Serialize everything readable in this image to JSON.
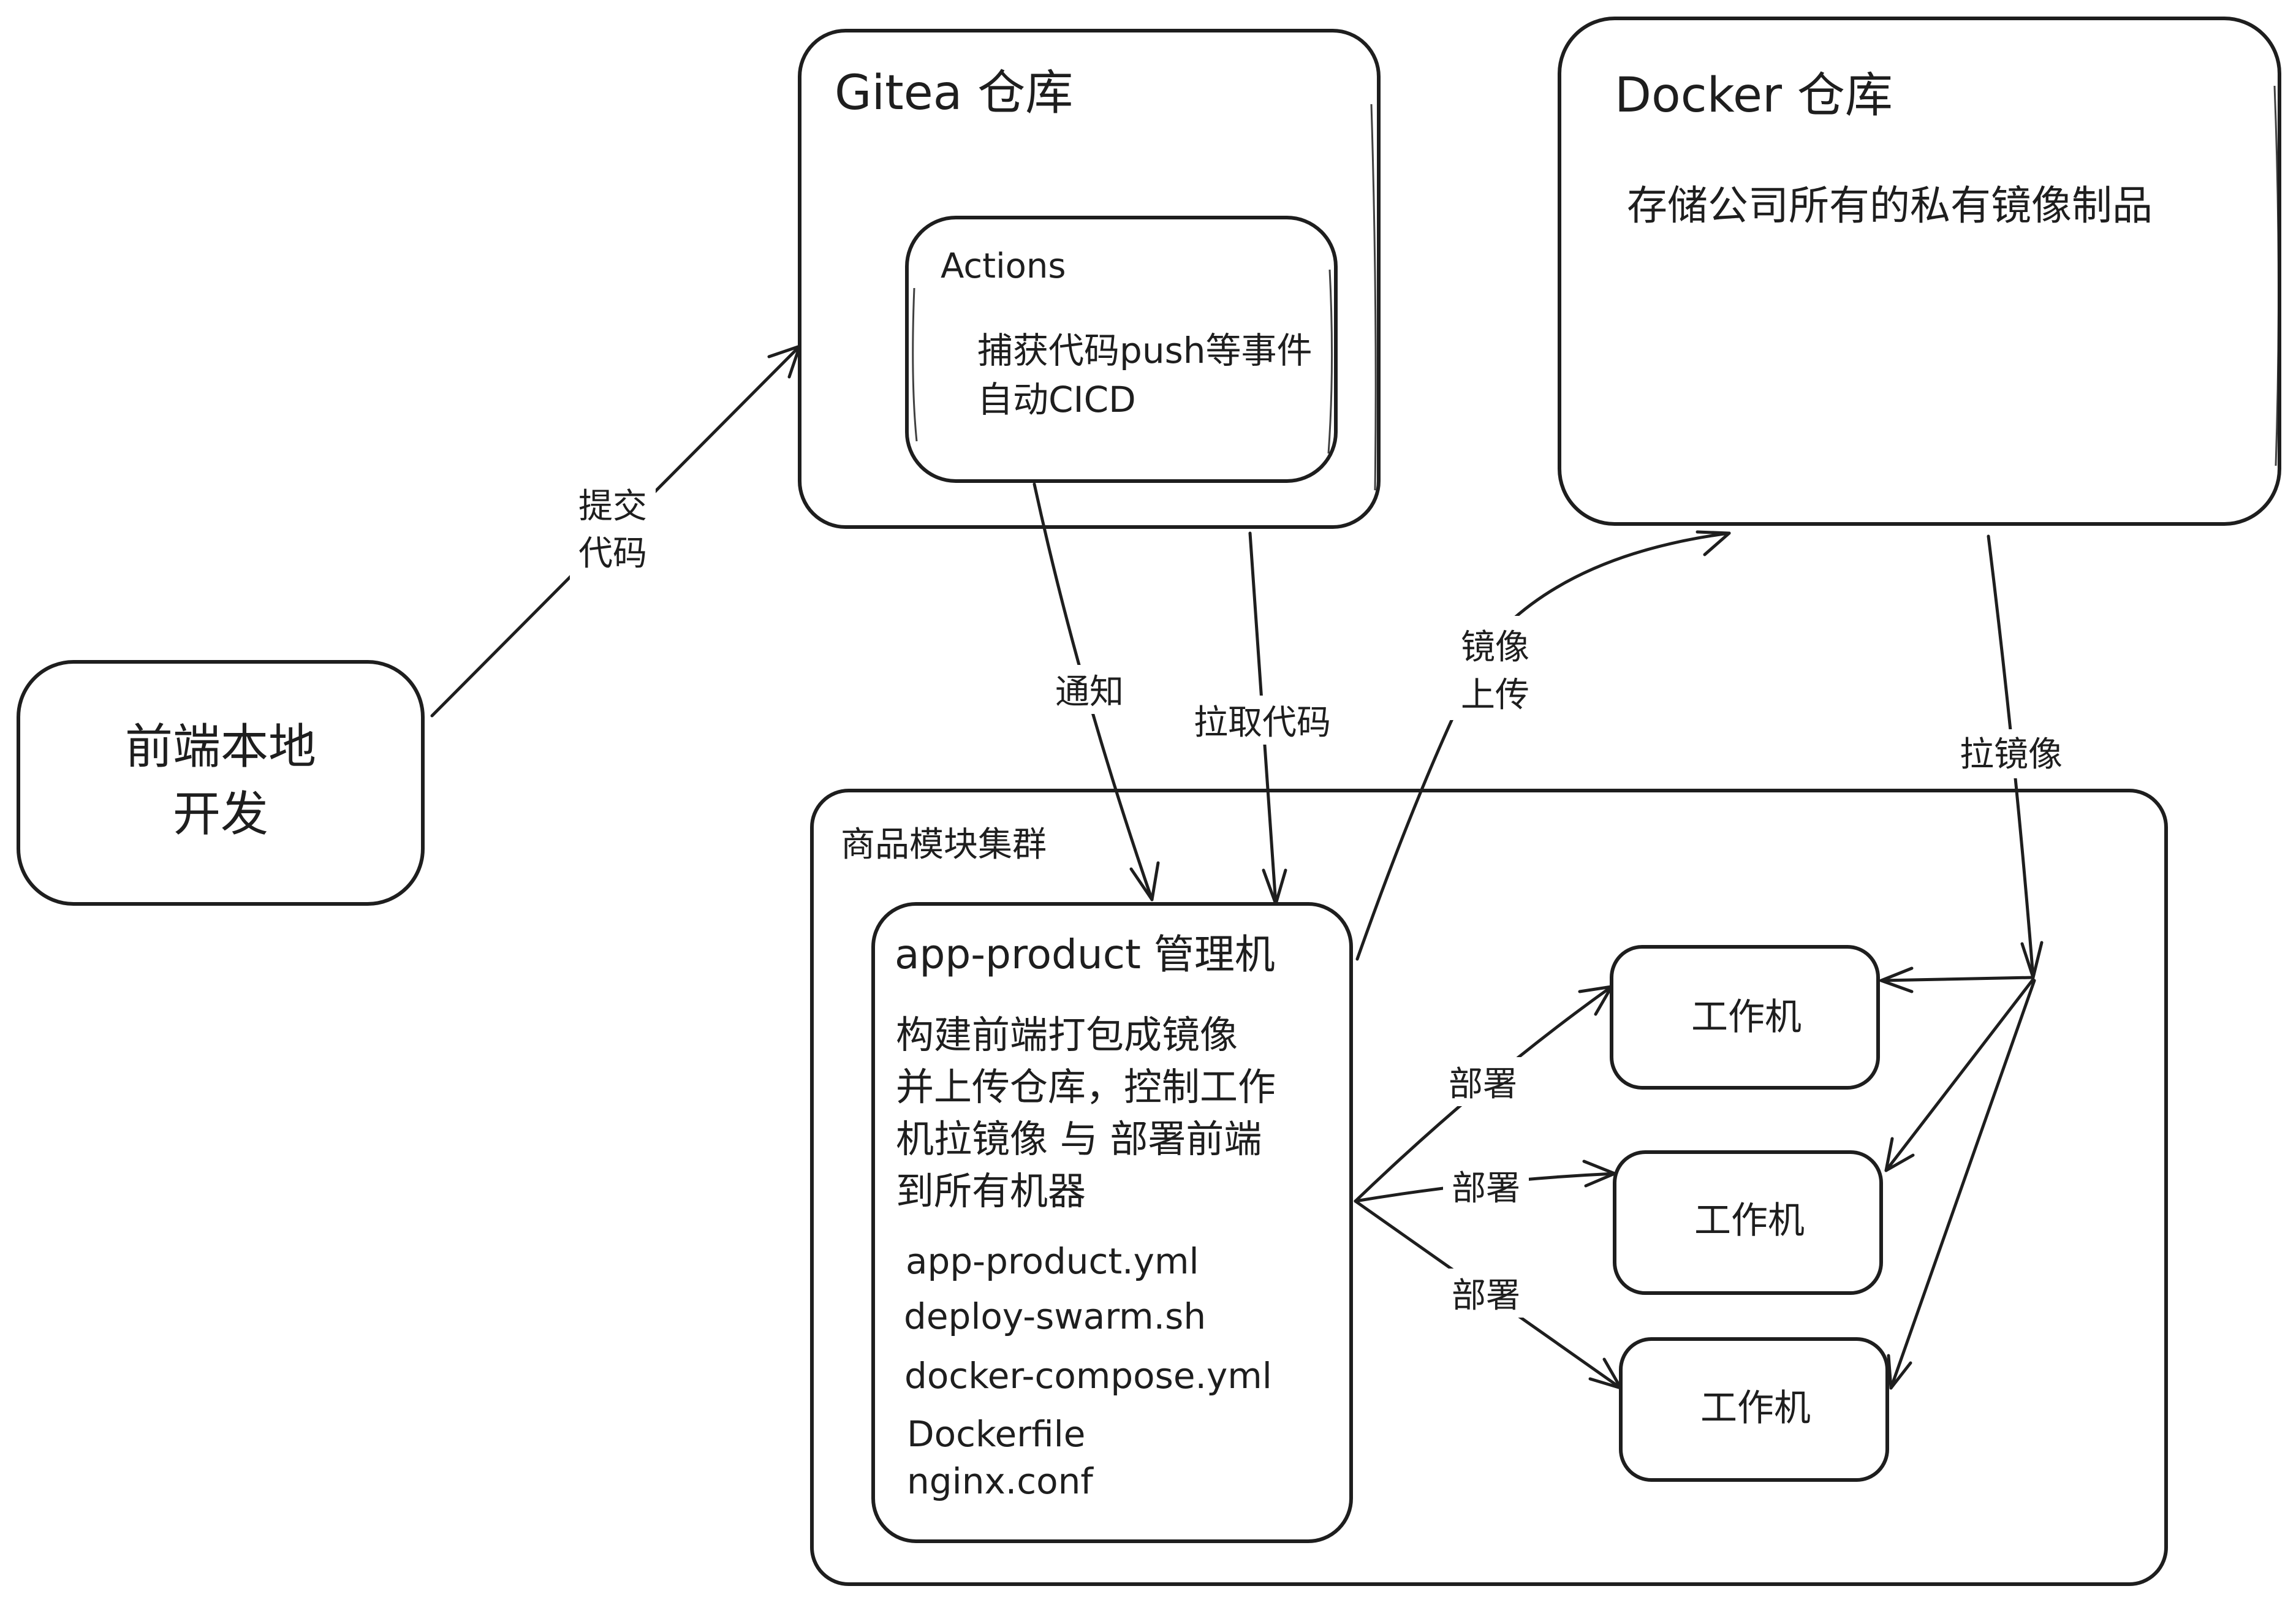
{
  "colors": {
    "stroke": "#1e1e1e",
    "background": "#ffffff"
  },
  "nodes": {
    "local_dev": {
      "lines": [
        "前端本地",
        "开发"
      ]
    },
    "gitea": {
      "title": "Gitea 仓库"
    },
    "actions": {
      "title": "Actions",
      "lines": [
        "捕获代码push等事件",
        "自动CICD"
      ]
    },
    "docker": {
      "title": "Docker 仓库",
      "desc": "存储公司所有的私有镜像制品"
    },
    "cluster": {
      "title": "商品模块集群"
    },
    "manager": {
      "title": "app-product 管理机",
      "desc_lines": [
        "构建前端打包成镜像",
        "并上传仓库，控制工作",
        "机拉镜像 与 部署前端",
        "到所有机器"
      ],
      "files": [
        "app-product.yml",
        "deploy-swarm.sh",
        "docker-compose.yml",
        "Dockerfile",
        "nginx.conf"
      ]
    },
    "workers": [
      {
        "label": "工作机"
      },
      {
        "label": "工作机"
      },
      {
        "label": "工作机"
      }
    ]
  },
  "edges": {
    "commit": {
      "lines": [
        "提交",
        "代码"
      ]
    },
    "notify": {
      "label": "通知"
    },
    "pull_code": {
      "label": "拉取代码"
    },
    "push_image": {
      "lines": [
        "镜像",
        "上传"
      ]
    },
    "pull_image": {
      "label": "拉镜像"
    },
    "deploy": [
      {
        "label": "部署"
      },
      {
        "label": "部署"
      },
      {
        "label": "部署"
      }
    ]
  }
}
